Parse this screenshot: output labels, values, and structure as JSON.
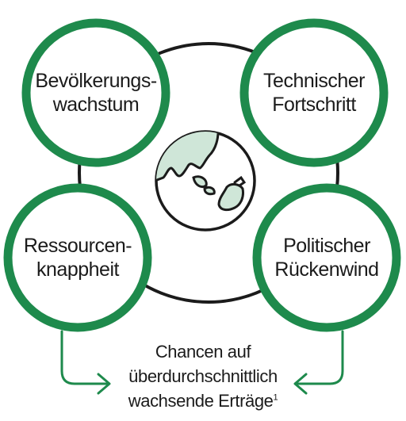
{
  "colors": {
    "accent": "#1e8a4c",
    "globe_fill": "#cfe6d8",
    "line": "#1b1b1b"
  },
  "nodes": [
    {
      "id": "top-left",
      "label": "Bevölkerungs-\nwachstum"
    },
    {
      "id": "top-right",
      "label": "Technischer\nFortschritt"
    },
    {
      "id": "bottom-left",
      "label": "Ressourcen-\nknappheit"
    },
    {
      "id": "bottom-right",
      "label": "Politischer\nRückenwind"
    }
  ],
  "center_icon": "globe-icon",
  "outcome": {
    "line1": "Chancen auf",
    "line2": "überdurchschnittlich",
    "line3": "wachsende Erträge",
    "footnote": "1"
  }
}
